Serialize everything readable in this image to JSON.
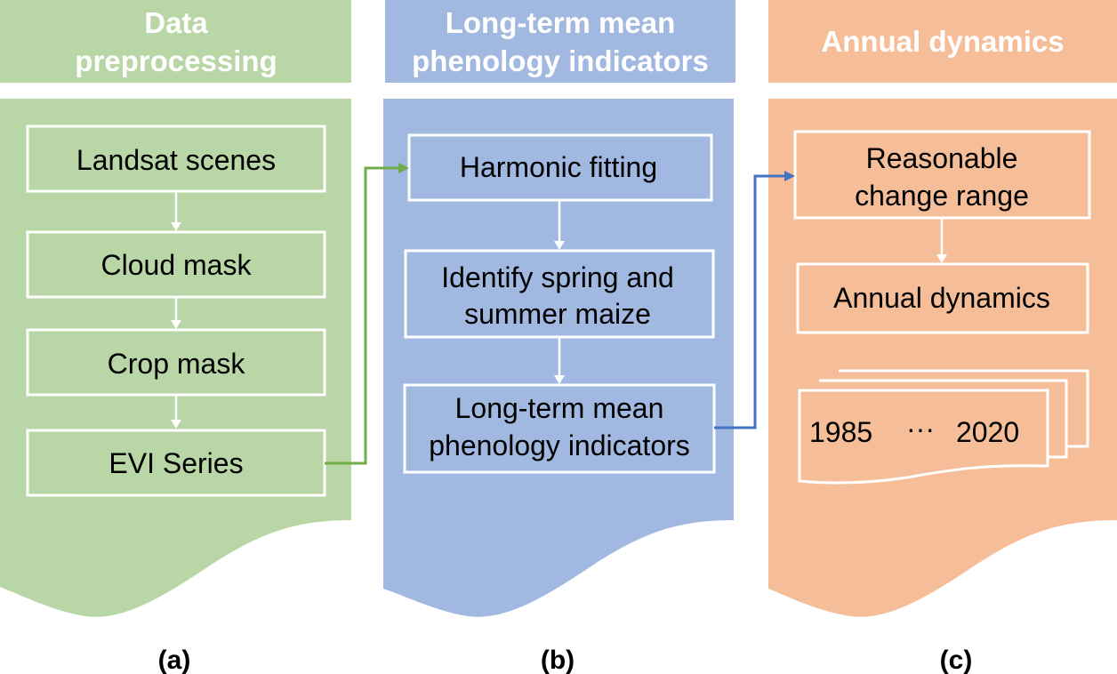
{
  "colors": {
    "green": "#B9D6A6",
    "blue": "#A1B8E0",
    "orange": "#F6BE98",
    "green_connector": "#70AD47",
    "blue_connector": "#4472C4"
  },
  "panels": [
    {
      "id": "a",
      "header": [
        "Data",
        "preprocessing"
      ],
      "steps": [
        {
          "lines": [
            "Landsat scenes"
          ]
        },
        {
          "lines": [
            "Cloud mask"
          ]
        },
        {
          "lines": [
            "Crop mask"
          ]
        },
        {
          "lines": [
            "EVI Series"
          ]
        }
      ],
      "label": "(a)"
    },
    {
      "id": "b",
      "header": [
        "Long-term mean",
        "phenology indicators"
      ],
      "steps": [
        {
          "lines": [
            "Harmonic fitting"
          ]
        },
        {
          "lines": [
            "Identify spring and",
            "summer maize"
          ]
        },
        {
          "lines": [
            "Long-term mean",
            "phenology indicators"
          ]
        }
      ],
      "label": "(b)"
    },
    {
      "id": "c",
      "header": [
        "Annual dynamics"
      ],
      "steps": [
        {
          "lines": [
            "Reasonable",
            "change range"
          ]
        },
        {
          "lines": [
            "Annual dynamics"
          ]
        }
      ],
      "stack": {
        "start": "1985",
        "ellipsis": "···",
        "end": "2020"
      },
      "label": "(c)"
    }
  ],
  "connectors": [
    {
      "from": "EVI Series",
      "to": "Harmonic fitting",
      "color": "green_connector"
    },
    {
      "from": "Long-term mean phenology indicators",
      "to": "Reasonable change range",
      "color": "blue_connector"
    }
  ]
}
